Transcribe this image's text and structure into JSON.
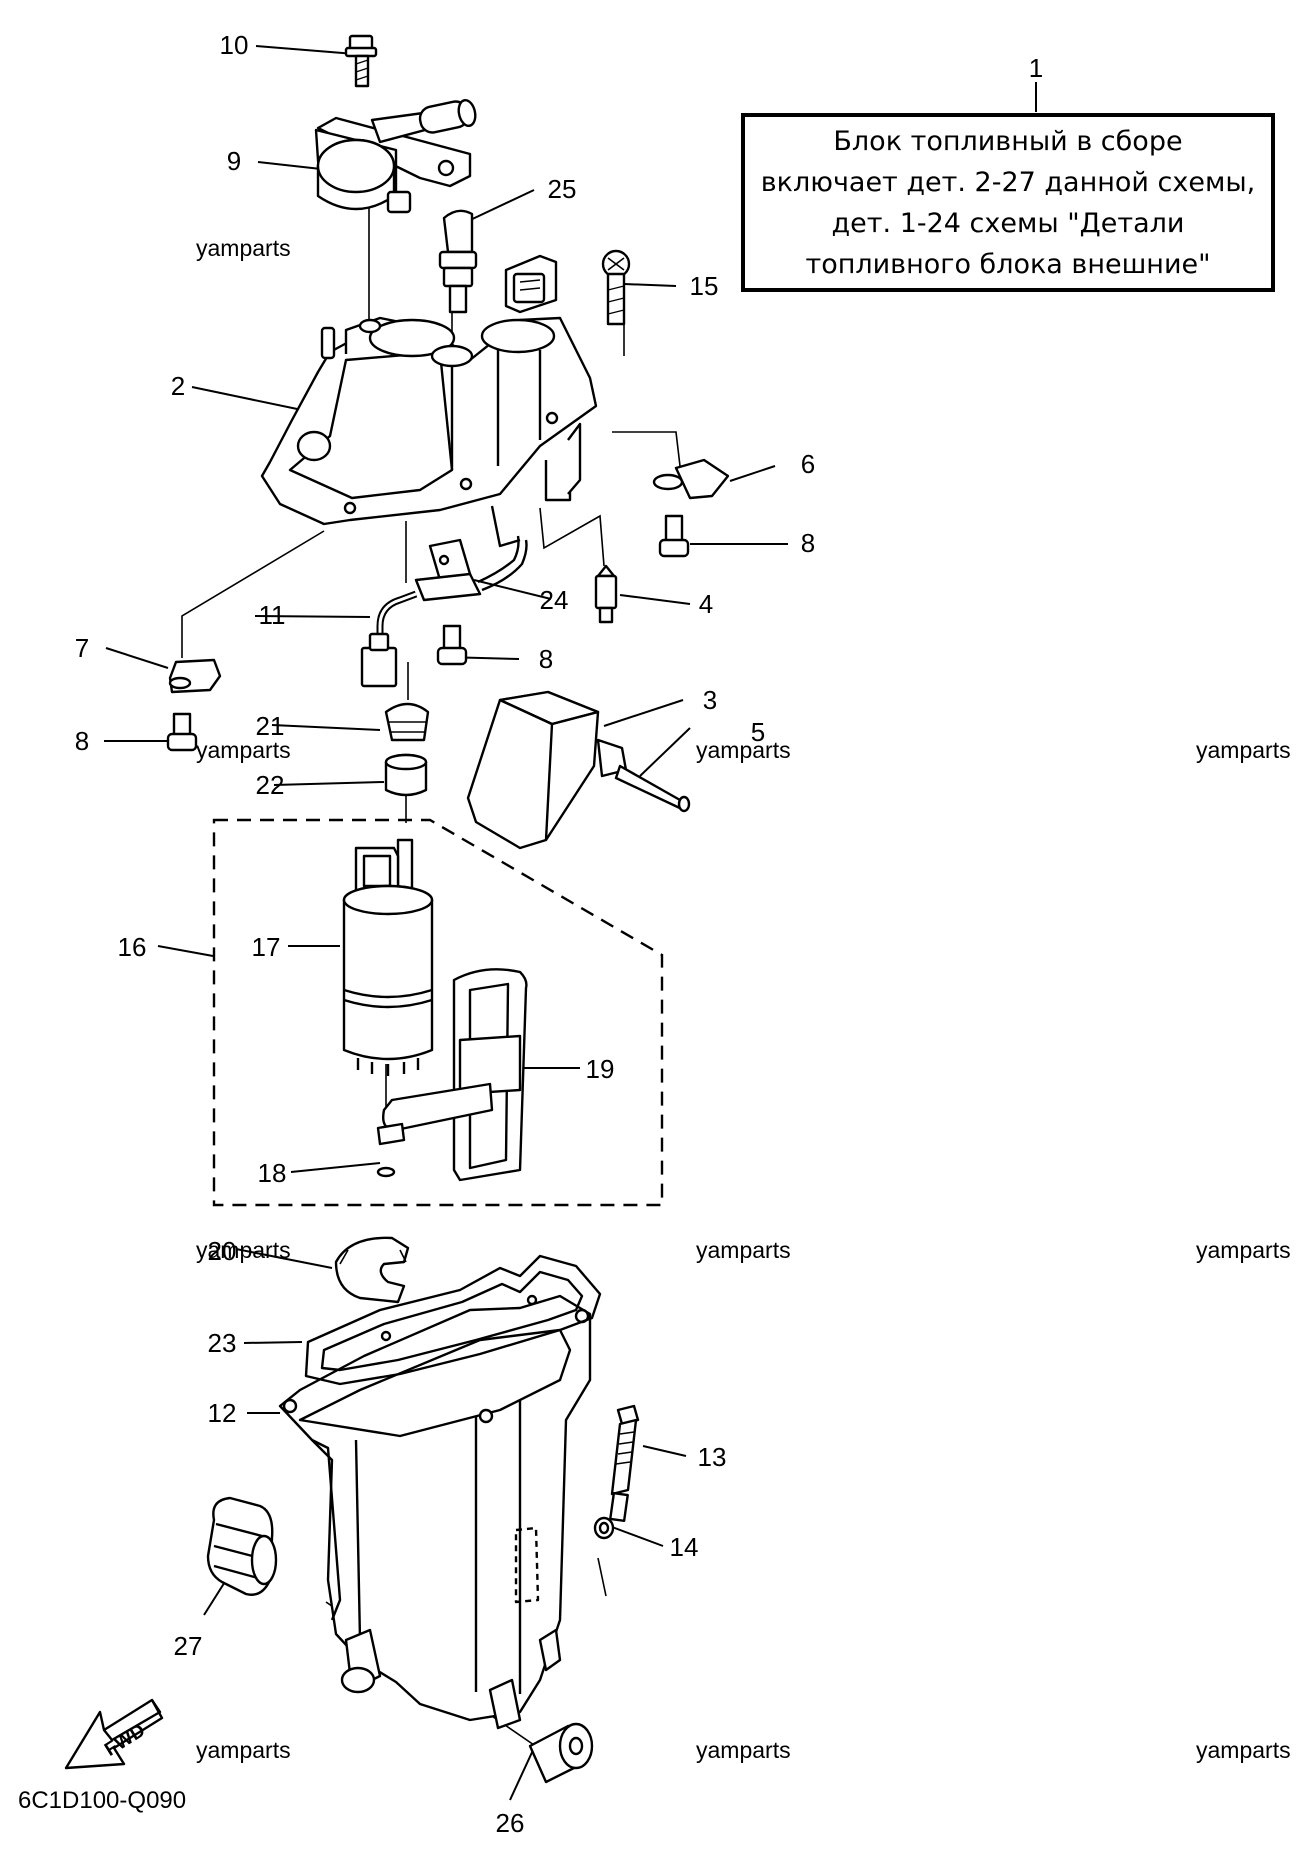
{
  "note": {
    "lines": [
      "Блок топливный в сборе",
      "включает дет. 2-27 данной схемы,",
      "дет. 1-24 схемы \"Детали",
      "топливного блока внешние\""
    ]
  },
  "callouts": [
    "1",
    "2",
    "3",
    "4",
    "5",
    "6",
    "7",
    "8",
    "8",
    "8",
    "9",
    "10",
    "11",
    "12",
    "13",
    "14",
    "15",
    "16",
    "17",
    "18",
    "19",
    "20",
    "21",
    "22",
    "23",
    "24",
    "25",
    "26",
    "27"
  ],
  "watermark": "yamparts",
  "diagram_code": "6C1D100-Q090",
  "fwd_label": "FWD"
}
